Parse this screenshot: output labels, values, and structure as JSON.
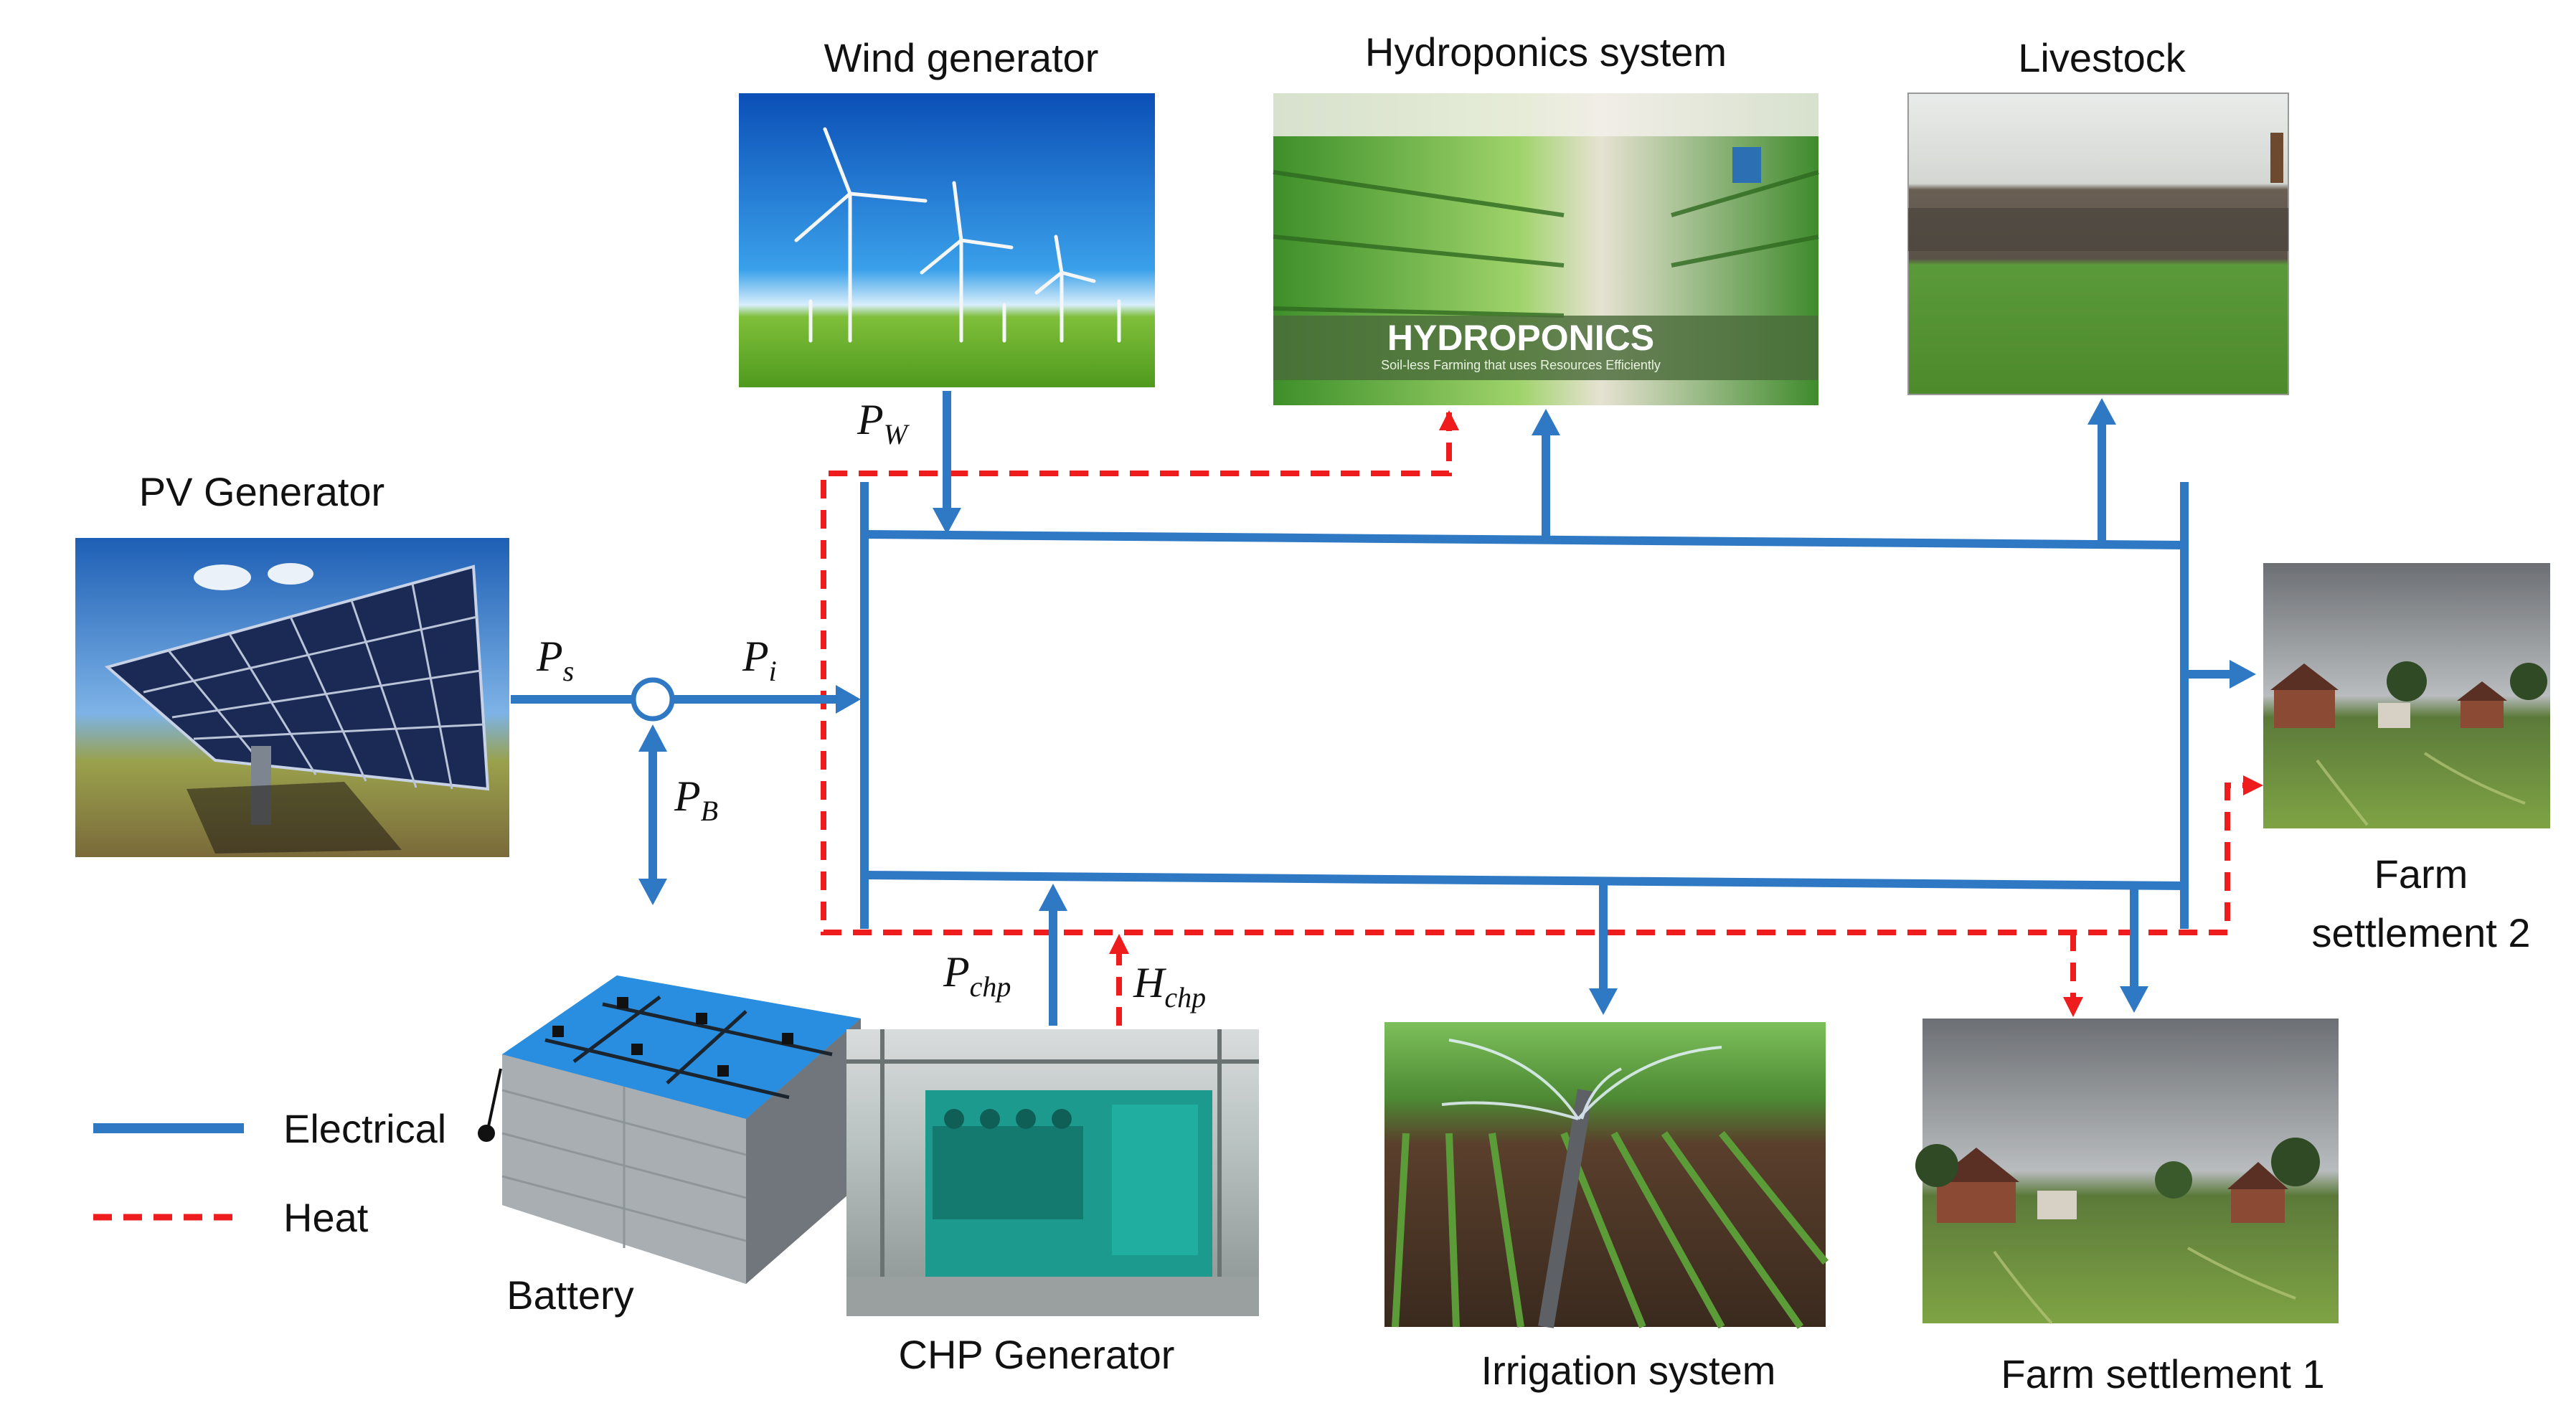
{
  "labels": {
    "wind": "Wind generator",
    "hydroponics": "Hydroponics system",
    "livestock": "Livestock",
    "pv": "PV Generator",
    "battery": "Battery",
    "chp": "CHP Generator",
    "irrigation": "Irrigation system",
    "farm1": "Farm settlement 1",
    "farm2_line1": "Farm",
    "farm2_line2": "settlement 2"
  },
  "hydroponics_banner": {
    "title": "HYDROPONICS",
    "subtitle": "Soil-less Farming that uses Resources Efficiently"
  },
  "variables": {
    "ps": {
      "base": "P",
      "sub": "s"
    },
    "pi": {
      "base": "P",
      "sub": "i"
    },
    "pb": {
      "base": "P",
      "sub": "B"
    },
    "pw": {
      "base": "P",
      "sub": "W"
    },
    "pchp": {
      "base": "P",
      "sub": "chp"
    },
    "hchp": {
      "base": "H",
      "sub": "chp"
    }
  },
  "legend": {
    "electrical": "Electrical",
    "heat": "Heat"
  },
  "colors": {
    "electrical": "#2F78C4",
    "heat": "#EE1C1C"
  }
}
